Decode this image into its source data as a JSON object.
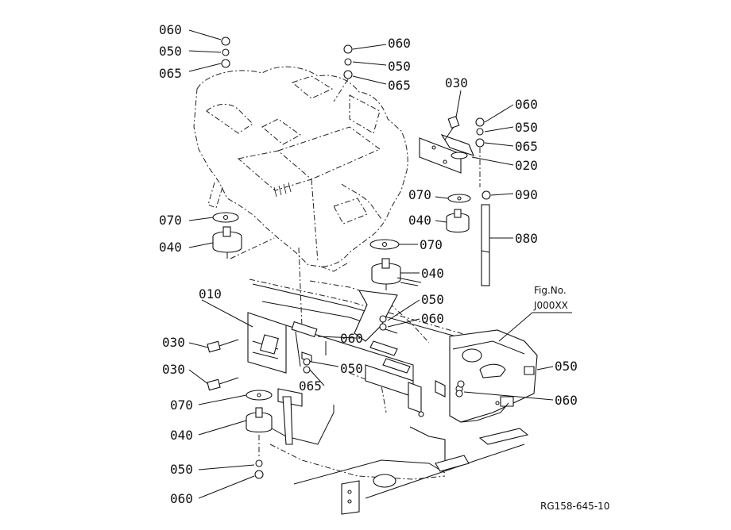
{
  "figure": {
    "fig_no_label": "Fig.No.",
    "fig_no_value": "J000XX",
    "drawing_code": "RG158-645-10"
  },
  "callouts": [
    {
      "id": "c1",
      "text": "060"
    },
    {
      "id": "c2",
      "text": "050"
    },
    {
      "id": "c3",
      "text": "065"
    },
    {
      "id": "c4",
      "text": "060"
    },
    {
      "id": "c5",
      "text": "050"
    },
    {
      "id": "c6",
      "text": "065"
    },
    {
      "id": "c7",
      "text": "030"
    },
    {
      "id": "c8",
      "text": "060"
    },
    {
      "id": "c9",
      "text": "050"
    },
    {
      "id": "c10",
      "text": "065"
    },
    {
      "id": "c11",
      "text": "020"
    },
    {
      "id": "c12",
      "text": "070"
    },
    {
      "id": "c13",
      "text": "090"
    },
    {
      "id": "c14",
      "text": "040"
    },
    {
      "id": "c15",
      "text": "080"
    },
    {
      "id": "c16",
      "text": "070"
    },
    {
      "id": "c17",
      "text": "040"
    },
    {
      "id": "c18",
      "text": "070"
    },
    {
      "id": "c19",
      "text": "040"
    },
    {
      "id": "c20",
      "text": "050"
    },
    {
      "id": "c21",
      "text": "060"
    },
    {
      "id": "c22",
      "text": "010"
    },
    {
      "id": "c23",
      "text": "060"
    },
    {
      "id": "c24",
      "text": "050"
    },
    {
      "id": "c25",
      "text": "030"
    },
    {
      "id": "c26",
      "text": "065"
    },
    {
      "id": "c27",
      "text": "030"
    },
    {
      "id": "c28",
      "text": "050"
    },
    {
      "id": "c29",
      "text": "060"
    },
    {
      "id": "c30",
      "text": "070"
    },
    {
      "id": "c31",
      "text": "040"
    },
    {
      "id": "c32",
      "text": "050"
    },
    {
      "id": "c33",
      "text": "060"
    }
  ]
}
